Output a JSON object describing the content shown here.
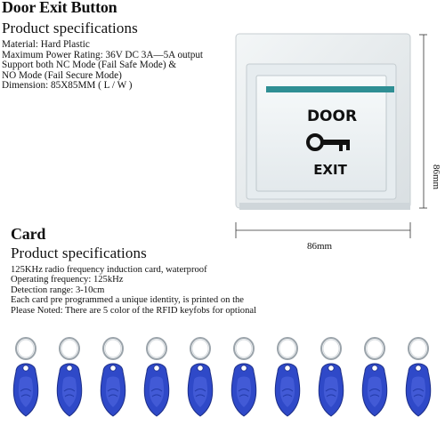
{
  "door": {
    "title": "Door Exit Button",
    "subtitle": "Product specifications",
    "specs": [
      "Material: Hard Plastic",
      "Maximum Power Rating: 36V DC 3A—5A output",
      "Support both NC Mode (Fail Safe Mode) &",
      "NO Mode (Fail Secure Mode)",
      "Dimension:  85X85MM ( L / W )"
    ],
    "button_text_top": "DOOR",
    "button_text_bottom": "EXIT",
    "height_label": "86mm",
    "width_label": "86mm"
  },
  "card": {
    "title": "Card",
    "subtitle": "Product specifications",
    "specs": [
      "125KHz radio frequency induction card, waterproof",
      "Operating frequency: 125kHz",
      "Detection range: 3-10cm",
      "Each card pre programmed a unique identity, is printed on the",
      "Please Noted: There are 5 color of the RFID keyfobs for optional"
    ],
    "keyfob_count": 10,
    "keyfob_color": "#2f49c8"
  }
}
